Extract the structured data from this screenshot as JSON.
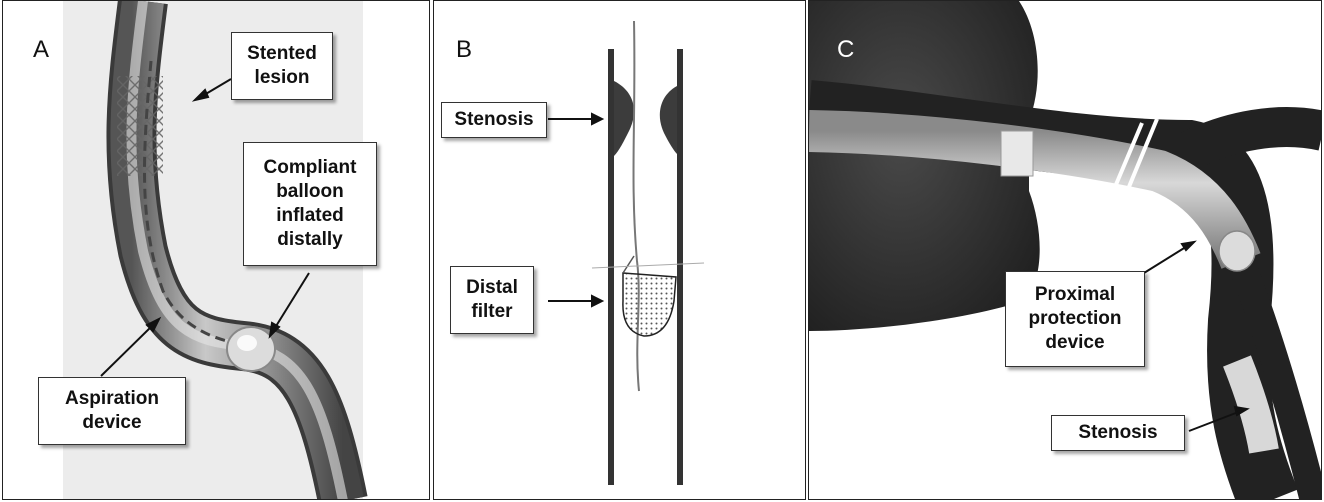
{
  "panels": [
    {
      "letter": "A",
      "callouts": {
        "stented_lesion": "Stented\nlesion",
        "compliant_balloon": "Compliant\nballoon\ninflated\ndistally",
        "aspiration_device": "Aspiration\ndevice"
      }
    },
    {
      "letter": "B",
      "callouts": {
        "stenosis": "Stenosis",
        "distal_filter": "Distal\nfilter"
      }
    },
    {
      "letter": "C",
      "callouts": {
        "proximal_protection": "Proximal\nprotection\ndevice",
        "stenosis": "Stenosis"
      }
    }
  ]
}
